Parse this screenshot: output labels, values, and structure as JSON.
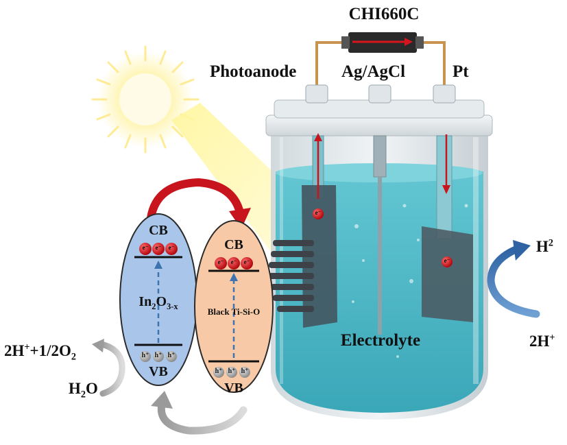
{
  "device": {
    "label": "CHI660C"
  },
  "electrodes": {
    "photoanode": "Photoanode",
    "reference": "Ag/AgCl",
    "counter": "Pt"
  },
  "cell": {
    "electrolyte": "Electrolyte"
  },
  "semiconductors": {
    "left": {
      "cb": "CB",
      "vb": "VB",
      "name_main": "In",
      "name_sub1": "2",
      "name_mid": "O",
      "name_sub2": "3-x",
      "holes": [
        "h⁺",
        "h⁺",
        "h⁺"
      ]
    },
    "right": {
      "cb": "CB",
      "vb": "VB",
      "name": "Black Ti-Si-O",
      "holes": [
        "h⁺",
        "h⁺",
        "h⁺"
      ]
    }
  },
  "electron_symbol": "e⁻",
  "reactions": {
    "oxidation_product_a": "2H",
    "oxidation_product_sup": "+",
    "oxidation_product_b": "+1/2O",
    "oxidation_product_sub": "2",
    "oxidation_reactant_a": "H",
    "oxidation_reactant_sub": "2",
    "oxidation_reactant_b": "O",
    "reduction_product_a": "H",
    "reduction_product_sup": "2",
    "reduction_reactant_a": "2H",
    "reduction_reactant_sup": "+"
  },
  "colors": {
    "electrolyte": "#4fb8c6",
    "left_band": "#a9c6ea",
    "right_band": "#f7c9a6",
    "electron": "#d8141c",
    "red_arrow": "#c8141c",
    "blue_arrow": "#3d73b0",
    "sun": "#fff2a0"
  }
}
